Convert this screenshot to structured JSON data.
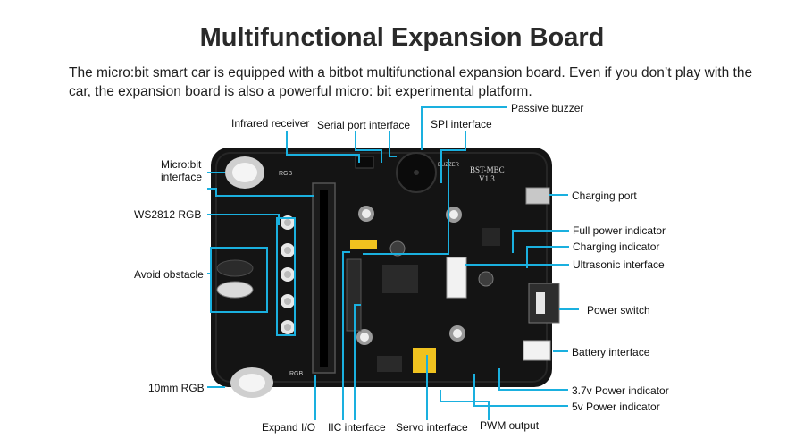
{
  "title": "Multifunctional Expansion Board",
  "description": "The micro:bit smart car is equipped with a bitbot multifunctional expansion board. Even if you don’t play with the car, the expansion board is also a powerful micro: bit experimental platform.",
  "board": {
    "model": "BST-MBC",
    "version": "V1.3",
    "silk_rgb": "RGB",
    "silk_buzzer": "BUZZER"
  },
  "labels": {
    "infrared_receiver": "Infrared receiver",
    "serial_port_interface": "Serial port interface",
    "spi_interface": "SPI interface",
    "passive_buzzer": "Passive buzzer",
    "microbit_interface_line1": "Micro:bit",
    "microbit_interface_line2": "interface",
    "ws2812_rgb": "WS2812 RGB",
    "avoid_obstacle": "Avoid obstacle",
    "rgb_10mm": "10mm RGB",
    "expand_io": "Expand I/O",
    "iic_interface": "IIC interface",
    "servo_interface": "Servo interface",
    "pwm_output": "PWM output",
    "charging_port": "Charging port",
    "full_power_indicator": "Full power indicator",
    "charging_indicator": "Charging indicator",
    "ultrasonic_interface": "Ultrasonic interface",
    "power_switch": "Power switch",
    "battery_interface": "Battery interface",
    "power_indicator_37v": "3.7v Power indicator",
    "power_indicator_5v": "5v Power indicator"
  },
  "colors": {
    "callout": "#1ab0df",
    "board": "#141414",
    "title": "#2a2a2a"
  }
}
